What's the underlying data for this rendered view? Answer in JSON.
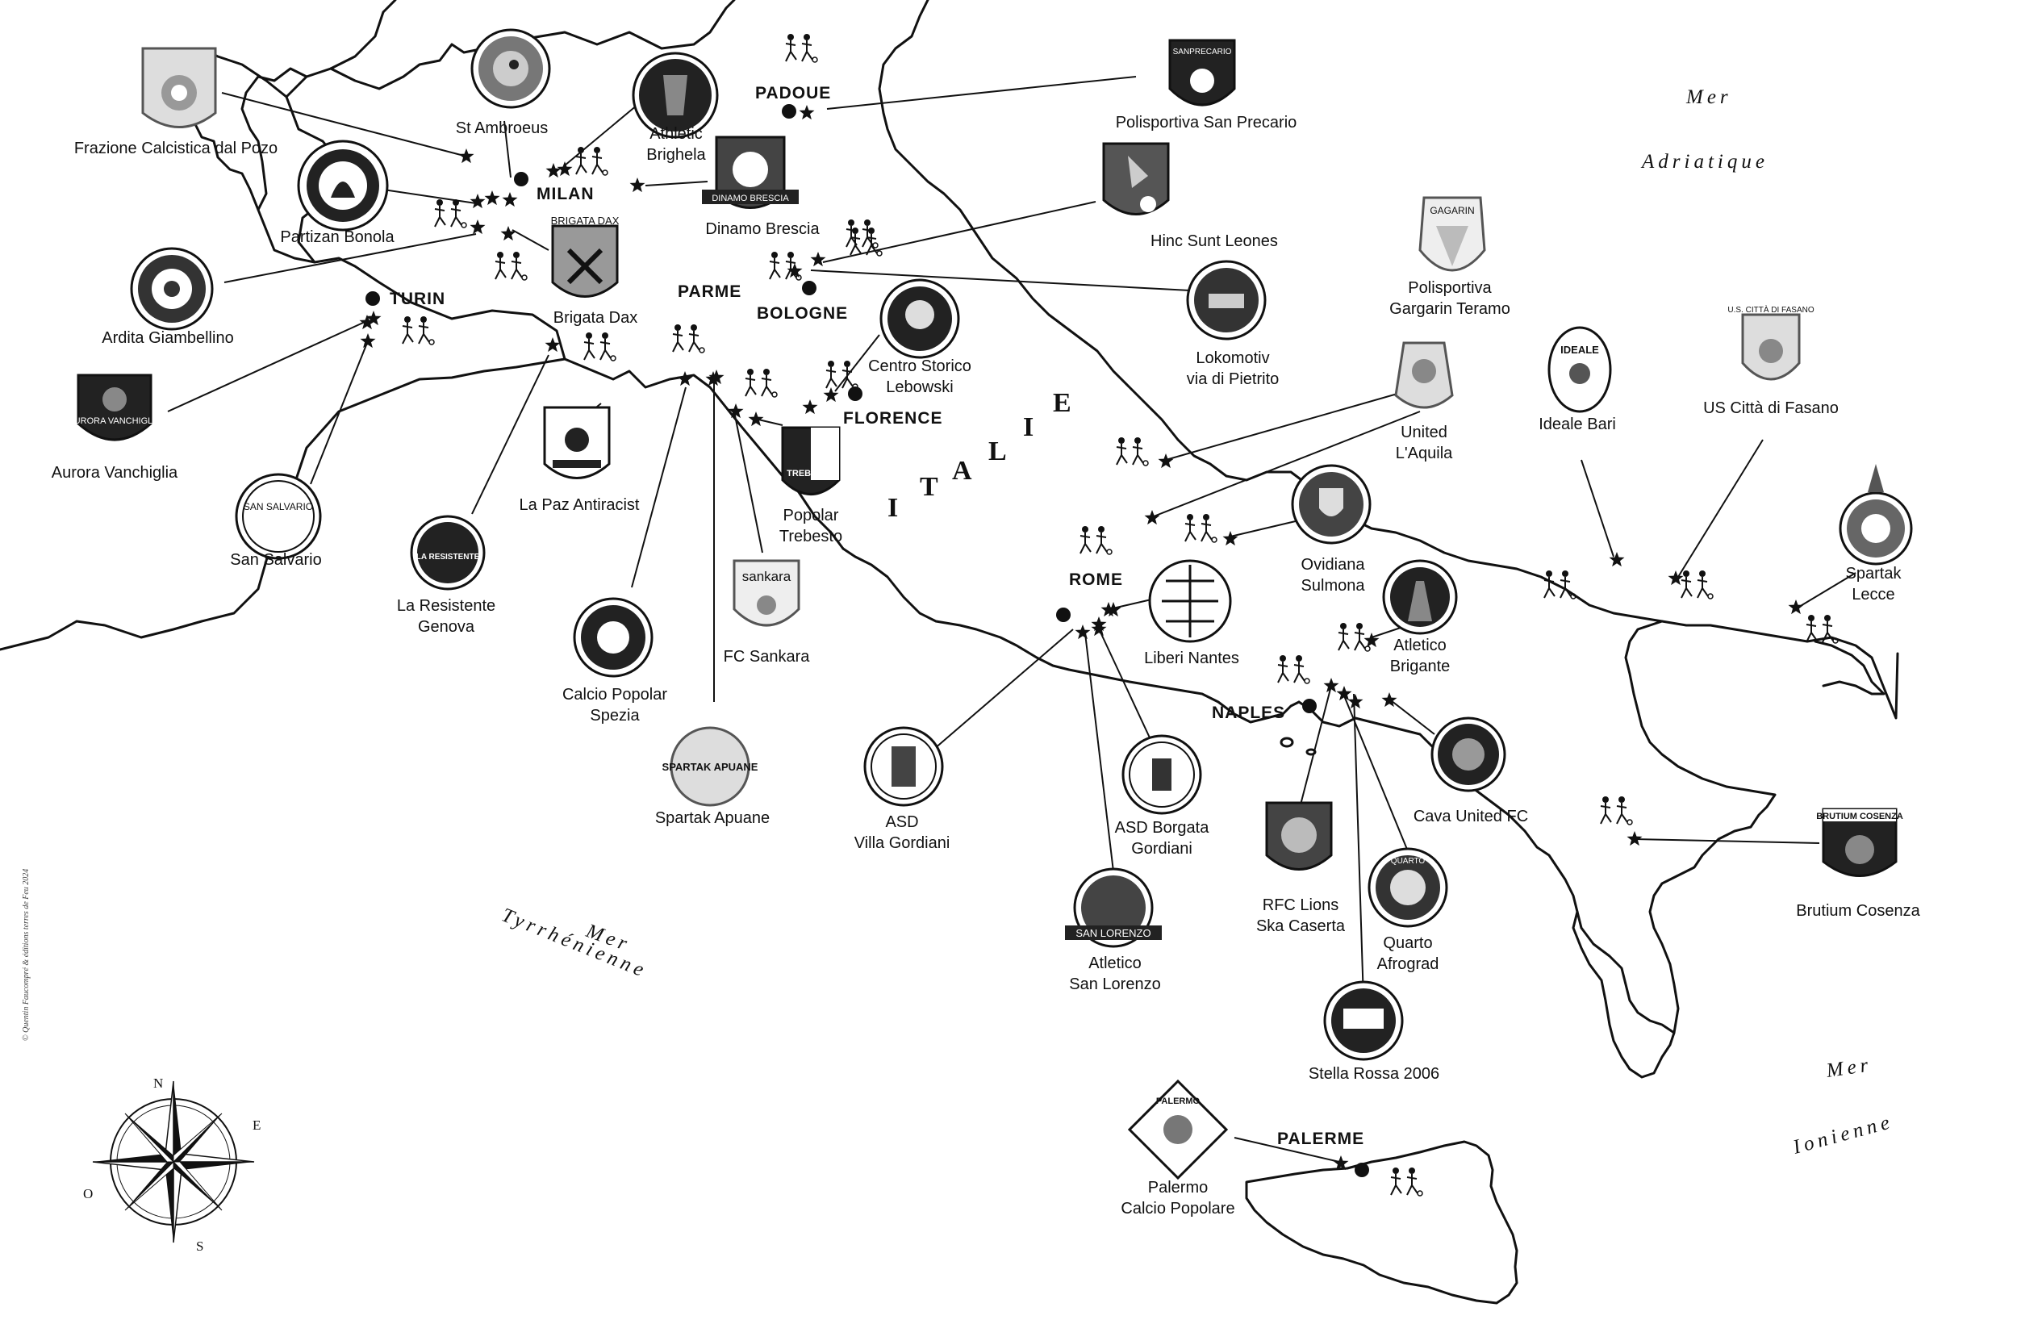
{
  "country": "ITALIE",
  "seas": [
    {
      "id": "adriatique",
      "lines": [
        "Mer",
        "Adriatique"
      ]
    },
    {
      "id": "tyrrhenienne",
      "lines": [
        "Mer",
        "Tyrrhénienne"
      ]
    },
    {
      "id": "ionienne",
      "lines": [
        "Mer",
        "Ionienne"
      ]
    }
  ],
  "credit": "© Quentin Faucompré & éditions terres de Feu 2024",
  "compass": {
    "n": "N",
    "e": "E",
    "s": "S",
    "o": "O"
  },
  "cities": [
    "PADOUE",
    "MILAN",
    "TURIN",
    "PARME",
    "BOLOGNE",
    "FLORENCE",
    "ROME",
    "NAPLES",
    "PALERME"
  ],
  "clubs": [
    {
      "lines": [
        "Frazione Calcistica dal Pozo"
      ]
    },
    {
      "lines": [
        "St Ambroeus"
      ]
    },
    {
      "lines": [
        "Athletic",
        "Brighela"
      ]
    },
    {
      "lines": [
        "Polisportiva San Precario"
      ]
    },
    {
      "lines": [
        "Partizan Bonola"
      ]
    },
    {
      "lines": [
        "Dinamo Brescia"
      ]
    },
    {
      "lines": [
        "Hinc Sunt Leones"
      ]
    },
    {
      "lines": [
        "Ardita Giambellino"
      ]
    },
    {
      "lines": [
        "Brigata Dax"
      ]
    },
    {
      "lines": [
        "Lokomotiv",
        "via di Pietrito"
      ]
    },
    {
      "lines": [
        "Polisportiva",
        "Gargarin Teramo"
      ]
    },
    {
      "lines": [
        "Centro Storico",
        "Lebowski"
      ]
    },
    {
      "lines": [
        "Aurora Vanchiglia"
      ]
    },
    {
      "lines": [
        "United",
        "L'Aquila"
      ]
    },
    {
      "lines": [
        "Ideale Bari"
      ]
    },
    {
      "lines": [
        "US Città di Fasano"
      ]
    },
    {
      "lines": [
        "La Paz Antiracist"
      ]
    },
    {
      "lines": [
        "Popolar",
        "Trebesto"
      ]
    },
    {
      "lines": [
        "San Salvario"
      ]
    },
    {
      "lines": [
        "Ovidiana",
        "Sulmona"
      ]
    },
    {
      "lines": [
        "Spartak",
        "Lecce"
      ]
    },
    {
      "lines": [
        "La Resistente",
        "Genova"
      ]
    },
    {
      "lines": [
        "Liberi Nantes"
      ]
    },
    {
      "lines": [
        "Atletico",
        "Brigante"
      ]
    },
    {
      "lines": [
        "FC Sankara"
      ]
    },
    {
      "lines": [
        "Calcio Popolar",
        "Spezia"
      ]
    },
    {
      "lines": [
        "Spartak Apuane"
      ]
    },
    {
      "lines": [
        "ASD",
        "Villa    Gordiani"
      ]
    },
    {
      "lines": [
        "ASD Borgata",
        "Gordiani"
      ]
    },
    {
      "lines": [
        "Cava United FC"
      ]
    },
    {
      "lines": [
        "Brutium Cosenza"
      ]
    },
    {
      "lines": [
        "RFC Lions",
        "Ska Caserta"
      ]
    },
    {
      "lines": [
        "Quarto",
        "Afrograd"
      ]
    },
    {
      "lines": [
        "Atletico",
        "San Lorenzo"
      ]
    },
    {
      "lines": [
        "Stella Rossa 2006"
      ]
    },
    {
      "lines": [
        "Palermo",
        "Calcio Popolare"
      ]
    }
  ],
  "badge_texts": {
    "sanprecario": "SANPRECARIO",
    "gagarin": "GAGARIN",
    "ideale": "IDEALE",
    "fasano": "U.S. CITTÀ DI FASANO",
    "brigata": "BRIGATA DAX",
    "aurora": "AURORA VANCHIGLIA",
    "resistente": "LA RESISTENTE",
    "sankara": "sankara",
    "spartak": "SPARTAK APUANE",
    "trebesto": "TREBESTO",
    "brutium": "BRUTIUM COSENZA",
    "palermo": "PALERMO",
    "sanlorenzo": "SAN LORENZO",
    "salvario": "SAN SALVARIO",
    "dinamo": "DINAMO BRESCIA",
    "quarto": "QUARTO"
  }
}
